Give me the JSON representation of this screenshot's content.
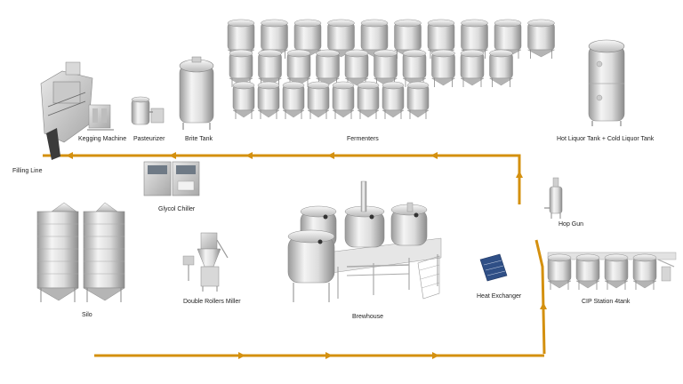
{
  "labels": {
    "kegging_machine": "Kegging Machine",
    "pasteurizer": "Pasteurizer",
    "brite_tank": "Brite Tank",
    "fermenters": "Fermenters",
    "liquor_tanks": "Hot Liquor Tank + Cold Liquor Tank",
    "filling_line": "Filling Line",
    "glycol_chiller": "Glycol Chiller",
    "hop_gun": "Hop Gun",
    "silo": "Silo",
    "miller": "Double Rollers Miller",
    "brewhouse": "Brewhouse",
    "heat_exchanger": "Heat Exchanger",
    "cip_station": "CIP Station 4tank"
  },
  "colors": {
    "flow_line": "#d4900f",
    "steel_light": "#f4f4f4",
    "steel_dark": "#9a9a9a",
    "heat_exchanger_blue": "#2f4f86"
  },
  "icons": {
    "flow_arrow": "flow-arrow-icon"
  }
}
